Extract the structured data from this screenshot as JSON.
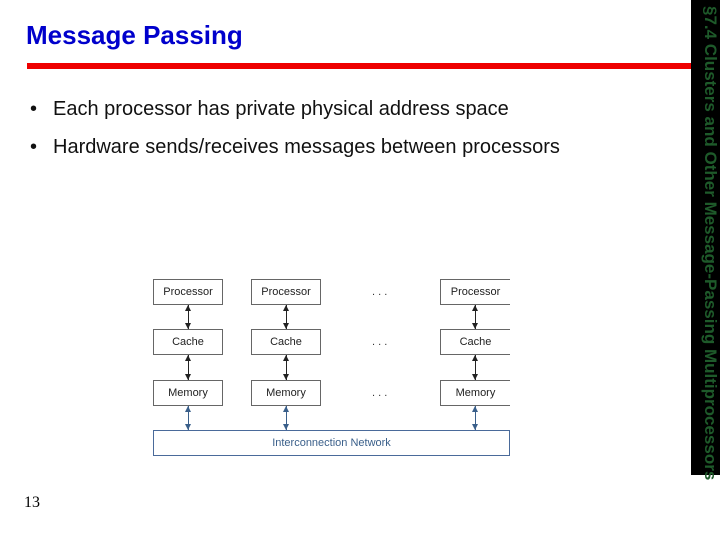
{
  "title": "Message Passing",
  "sidebar": "§7.4 Clusters and Other Message-Passing Multiprocessors",
  "bullets": [
    "Each processor has private physical address space",
    "Hardware sends/receives messages between processors"
  ],
  "page_number": "13",
  "diagram": {
    "processor": "Processor",
    "cache": "Cache",
    "memory": "Memory",
    "ellipsis": ". . .",
    "network": "Interconnection Network"
  },
  "colors": {
    "title": "#0000cc",
    "rule": "#ee0000",
    "sidebar_bg": "#000000",
    "sidebar_text": "#1e5a2a"
  }
}
